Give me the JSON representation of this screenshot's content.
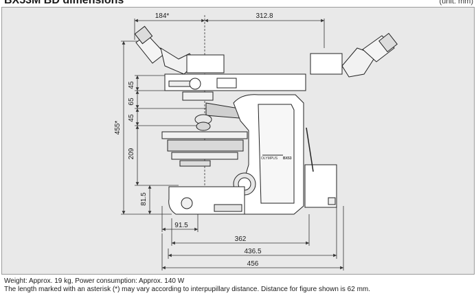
{
  "header": {
    "title": "BX53M BD dimensions",
    "unit": "(unit: mm)"
  },
  "dimensions": {
    "top_left": "184*",
    "top_right": "312.8",
    "v_45_upper": "45",
    "v_65": "65",
    "v_45_lower": "45",
    "v_209": "209",
    "v_81_5": "81.5",
    "v_455": "455*",
    "h_91_5": "91.5",
    "h_362": "362",
    "h_436_5": "436.5",
    "h_456": "456"
  },
  "labels": {
    "brand": "OLYMPUS",
    "model": "BX53"
  },
  "notes": {
    "line1": "Weight: Approx. 19 kg, Power consumption: Approx. 140 W",
    "line2": "The length marked with an asterisk (*) may vary according to interpupillary distance.  Distance for figure shown is 62 mm."
  }
}
